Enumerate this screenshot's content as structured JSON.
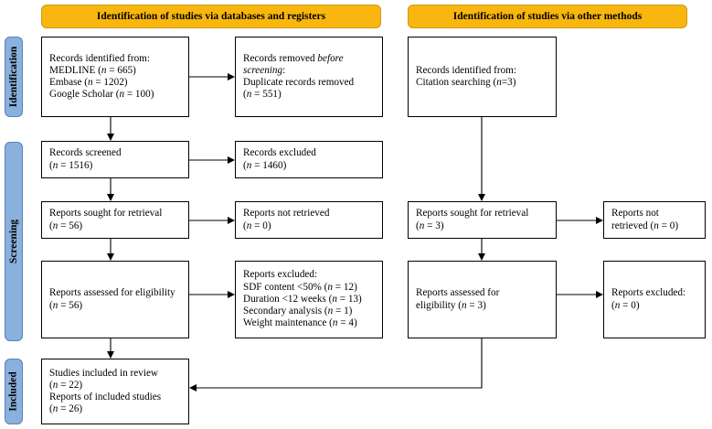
{
  "headers": {
    "left": "Identification of studies via databases and registers",
    "right": "Identification of studies via other methods"
  },
  "phases": {
    "identification": "Identification",
    "screening": "Screening",
    "included": "Included"
  },
  "boxes": {
    "records_identified": {
      "title": "Records identified from:",
      "l1_name": "MEDLINE (",
      "l1_val": " = 665)",
      "l2_name": "Embase (",
      "l2_val": " = 1202)",
      "l3_name": "Google Scholar (",
      "l3_val": " = 100)"
    },
    "records_removed": {
      "l1a": "Records removed ",
      "l1b": "before",
      "l2": "screening",
      "l3": "Duplicate records removed",
      "l4a": "(",
      "l4b": " = 551)"
    },
    "records_screened": {
      "title": "Records screened",
      "valA": "(",
      "valB": " = 1516)"
    },
    "records_excluded": {
      "title": "Records excluded",
      "valA": "(",
      "valB": " = 1460)"
    },
    "reports_sought": {
      "title": "Reports sought for retrieval",
      "valA": "(",
      "valB": " = 56)"
    },
    "reports_not_retrieved": {
      "title": "Reports not retrieved",
      "valA": "(",
      "valB": " = 0)"
    },
    "reports_assessed": {
      "title": "Reports assessed for eligibility",
      "valA": "(",
      "valB": " = 56)"
    },
    "reports_excluded": {
      "title": "Reports excluded:",
      "r1a": "SDF content <50% (",
      "r1b": " = 12)",
      "r2a": "Duration <12 weeks (",
      "r2b": " = 13)",
      "r3a": "Secondary analysis (",
      "r3b": " = 1)",
      "r4a": "Weight maintenance (",
      "r4b": " = 4)"
    },
    "studies_included": {
      "l1": "Studies included in review",
      "l2a": "(",
      "l2b": " = 22)",
      "l3": "Reports of included studies",
      "l4a": "(",
      "l4b": " = 26)"
    },
    "other_identified": {
      "title": "Records identified from:",
      "l2a": "Citation searching (",
      "l2b": "=3)"
    },
    "other_sought": {
      "title": "Reports sought for retrieval",
      "valA": "(",
      "valB": " = 3)"
    },
    "other_not_retrieved": {
      "l1": "Reports not",
      "l2a": "retrieved (",
      "l2b": " = 0)"
    },
    "other_assessed": {
      "l1": "Reports assessed for",
      "l2a": "eligibility (",
      "l2b": " = 3)"
    },
    "other_excluded": {
      "title": "Reports excluded:",
      "valA": "(",
      "valB": " = 0)"
    }
  },
  "n_symbol": "n"
}
